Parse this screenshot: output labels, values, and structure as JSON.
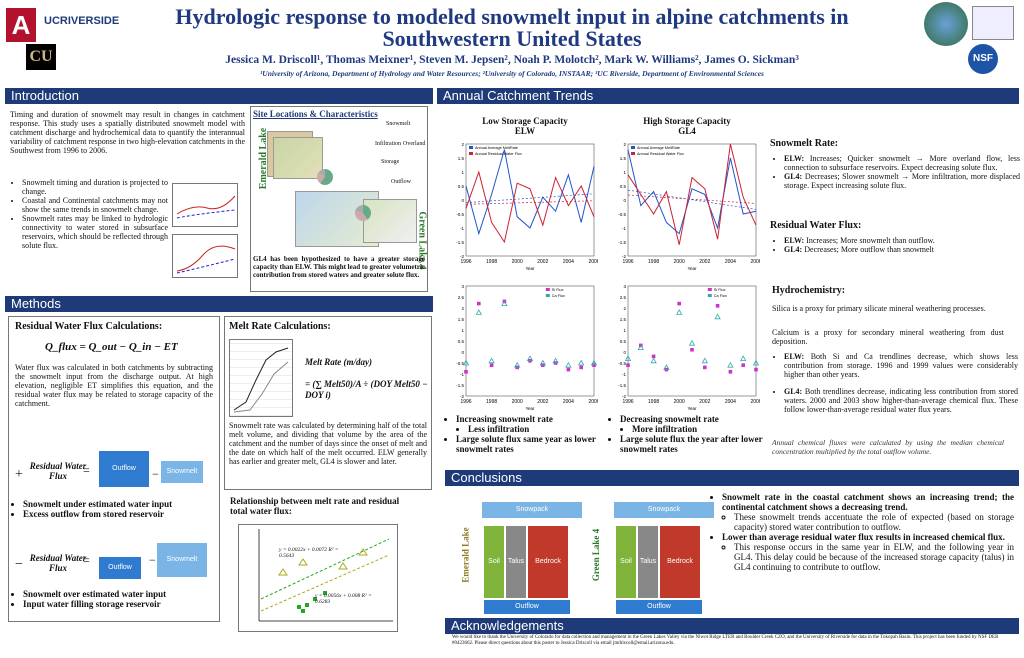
{
  "header": {
    "title_line1": "Hydrologic response to modeled snowmelt input in alpine catchments in",
    "title_line2": "Southwestern United States",
    "authors": "Jessica M. Driscoll¹, Thomas Meixner¹, Steven M. Jepsen², Noah P. Molotch², Mark W. Williams², James O. Sickman³",
    "affiliations": "¹University of Arizona, Department of Hydrology and Water Resources; ²University of Colorado, INSTAAR; ³UC Riverside, Department of Environmental Sciences",
    "logo_ucr": "UCRIVERSIDE",
    "logo_nsf": "NSF",
    "logo_arizona": "A",
    "logo_cu": "CU"
  },
  "introduction": {
    "heading": "Introduction",
    "paragraph": "Timing and duration of snowmelt may result in changes in catchment response. This study uses a spatially distributed snowmelt model with catchment discharge and hydrochemical data to quantify the interannual variability of catchment response in two high-elevation catchments in the Southwest from 1996 to 2006.",
    "bullets": [
      "Snowmelt timing and duration is projected to change.",
      "Coastal and Continental catchments may not show the same trends in snowmelt change.",
      "Snowmelt rates may be linked to hydrologic connectivity to water stored in subsurface reservoirs, which should be reflected through solute flux."
    ],
    "site_title": "Site Locations & Characteristics",
    "site_caption": "GL4 has been hypothesized to have a greater storage capacity than ELW. This might lead to greater volumetric contribution from stored waters and greater solute flux.",
    "site_label_ew": "Emerald Lake",
    "site_label_gl": "Green Lake 4",
    "flow_labels": [
      "Snowmelt",
      "Infiltration",
      "Overland",
      "Storage",
      "Outflow"
    ]
  },
  "methods": {
    "heading": "Methods",
    "residual_title": "Residual Water Flux Calculations:",
    "residual_eq": "Q_flux = Q_out − Q_in − ET",
    "residual_text": "Water flux was calculated in both catchments by subtracting the snowmelt input from the discharge output. At high elevation, negligible ET simplifies this equation, and the residual water flux may be related to storage capacity of the catchment.",
    "residual_label": "Residual Water Flux",
    "outflow_label": "Outflow",
    "snowmelt_label": "Snowmelt",
    "plus_bullets": [
      "Snowmelt under estimated water input",
      "Excess outflow from stored reservoir"
    ],
    "minus_bullets": [
      "Snowmelt over estimated water input",
      "Input water filling storage reservoir"
    ],
    "melt_title": "Melt Rate Calculations:",
    "melt_eq_lhs": "Melt Rate (m/day)",
    "melt_eq_rhs": "= (∑ Melt50)/A ÷ (DOY Melt50 − DOY i)",
    "melt_text": "Snowmelt rate was calculated by determining half of the total melt volume, and dividing that volume by the area of the catchment and the number of days since the onset of melt and the date on which half of the melt occurred. ELW generally has earlier and greater melt, GL4 is slower and later.",
    "relation_title": "Relationship between melt rate and residual total water flux:",
    "relation_eq1": "y = 0.0022x + 0.0072  R² = 0.5643",
    "relation_eq2": "y = 0.0056x + 0.008  R² = 0.6283"
  },
  "trends": {
    "heading": "Annual Catchment Trends",
    "low_title": "Low Storage Capacity",
    "low_site": "ELW",
    "high_title": "High Storage Capacity",
    "high_site": "GL4",
    "x_ticks": [
      "1996",
      "1998",
      "2000",
      "2002",
      "2004",
      "2006"
    ],
    "x_label": "Year",
    "left_bullets": [
      "Increasing snowmelt rate",
      "Less infiltration",
      "Large solute flux same year as lower snowmelt rates"
    ],
    "right_bullets": [
      "Decreasing snowmelt rate",
      "More infiltration",
      "Large solute flux the year after lower snowmelt rates"
    ]
  },
  "summary": {
    "snow_title": "Snowmelt Rate:",
    "snow_items": [
      {
        "k": "ELW:",
        "v": "Increases; Quicker snowmelt → More overland flow, less connection to subsurface reservoirs. Expect decreasing solute flux."
      },
      {
        "k": "GL4:",
        "v": "Decreases; Slower snowmelt → More infiltration, more displaced storage. Expect increasing solute flux."
      }
    ],
    "resid_title": "Residual Water Flux:",
    "resid_items": [
      {
        "k": "ELW:",
        "v": "Increases; More snowmelt than outflow."
      },
      {
        "k": "GL4:",
        "v": "Decreases; More outflow than snowmelt"
      }
    ],
    "hydro_title": "Hydrochemistry:",
    "silica": "Silica is a proxy for primary silicate mineral weathering processes.",
    "calcium": "Calcium is a proxy for secondary mineral weathering from dust deposition.",
    "hydro_items": [
      {
        "k": "ELW:",
        "v": "Both Si and Ca trendlines decrease, which shows less contribution from storage. 1996 and 1999 values were considerably higher than other years."
      },
      {
        "k": "GL4:",
        "v": "Both trendlines decrease, indicating less contribution from stored waters. 2000 and 2003 show higher-than-average chemical flux. These follow lower-than-average residual water flux years."
      }
    ],
    "note": "Annual chemical fluxes were calculated by using the median chemical concentration multiplied by the total outflow volume."
  },
  "conclusions": {
    "heading": "Conclusions",
    "diagram_labels": {
      "snowpack": "Snowpack",
      "soil": "Soil",
      "talus": "Talus",
      "bedrock": "Bedrock",
      "outflow": "Outflow",
      "ew": "Emerald Lake",
      "gl": "Green Lake 4"
    },
    "items": [
      {
        "main": "Snowmelt rate in the coastal catchment shows an increasing trend; the continental catchment shows a decreasing trend.",
        "sub": "These snowmelt trends accentuate the role of expected (based on storage capacity) stored water contribution to outflow."
      },
      {
        "main": "Lower than average residual water flux results in increased chemical flux.",
        "sub": "This response occurs in the same year in ELW, and the following year in GL4. This delay could be because of the increased storage capacity (talus) in GL4 continuing to contribute to outflow."
      }
    ]
  },
  "acknowledgements": {
    "heading": "Acknowledgements",
    "text": "We would like to thank the University of Colorado for data collection and management in the Green Lakes Valley via the Niwot Ridge LTER and Boulder Creek CZO, and the University of Riverside for data in the Tokopah Basin. This project has been funded by NSF DEB #0423662. Please direct questions about this poster to Jessica Driscoll via email jmdriscoll@email.arizona.edu."
  },
  "chart_data": [
    {
      "type": "line",
      "title": "Low Storage Capacity ELW",
      "x": [
        1996,
        1997,
        1998,
        1999,
        2000,
        2001,
        2002,
        2003,
        2004,
        2005,
        2006
      ],
      "series": [
        {
          "name": "Annual Average MeltRate",
          "values": [
            0.5,
            -1.2,
            0.2,
            1.8,
            -0.6,
            -1.0,
            0.1,
            -0.4,
            0.9,
            -0.8,
            1.2
          ]
        },
        {
          "name": "Annual Residual Water Flux",
          "values": [
            -0.3,
            1.0,
            -0.8,
            -1.5,
            0.6,
            0.4,
            -0.9,
            0.8,
            -0.2,
            0.5,
            -0.6
          ]
        }
      ],
      "xlabel": "Year",
      "ylim": [
        -2,
        2
      ]
    },
    {
      "type": "line",
      "title": "High Storage Capacity GL4",
      "x": [
        1996,
        1997,
        1998,
        1999,
        2000,
        2001,
        2002,
        2003,
        2004,
        2005,
        2006
      ],
      "series": [
        {
          "name": "Annual Average MeltRate",
          "values": [
            1.8,
            -0.2,
            0.3,
            -0.8,
            -1.2,
            0.4,
            0.2,
            -1.0,
            1.5,
            -0.5,
            -0.4
          ]
        },
        {
          "name": "Annual Residual Water Flux",
          "values": [
            0.9,
            0.2,
            -0.5,
            0.3,
            -1.6,
            0.8,
            0.4,
            -1.4,
            2.0,
            0.1,
            -0.9
          ]
        }
      ],
      "xlabel": "Year",
      "ylim": [
        -2,
        2
      ]
    },
    {
      "type": "scatter",
      "title": "ELW solute flux",
      "x": [
        1996,
        1997,
        1998,
        1999,
        2000,
        2001,
        2002,
        2003,
        2004,
        2005,
        2006
      ],
      "series": [
        {
          "name": "Si Flux",
          "values": [
            -0.9,
            2.2,
            -0.6,
            2.3,
            -0.7,
            -0.4,
            -0.6,
            -0.5,
            -0.8,
            -0.7,
            -0.6
          ]
        },
        {
          "name": "Ca Flux",
          "values": [
            -0.5,
            1.8,
            -0.4,
            2.2,
            -0.6,
            -0.3,
            -0.5,
            -0.4,
            -0.6,
            -0.5,
            -0.5
          ]
        }
      ],
      "xlabel": "Year",
      "ylim": [
        -2,
        3
      ]
    },
    {
      "type": "scatter",
      "title": "GL4 solute flux",
      "x": [
        1996,
        1997,
        1998,
        1999,
        2000,
        2001,
        2002,
        2003,
        2004,
        2005,
        2006
      ],
      "series": [
        {
          "name": "Si Flux",
          "values": [
            -0.6,
            0.3,
            -0.2,
            -0.8,
            2.2,
            0.1,
            -0.7,
            2.1,
            -0.9,
            -0.6,
            -0.8
          ]
        },
        {
          "name": "Ca Flux",
          "values": [
            -0.3,
            0.2,
            -0.4,
            -0.7,
            1.8,
            0.4,
            -0.4,
            1.6,
            -0.6,
            -0.3,
            -0.5
          ]
        }
      ],
      "xlabel": "Year",
      "ylim": [
        -2,
        3
      ]
    }
  ]
}
